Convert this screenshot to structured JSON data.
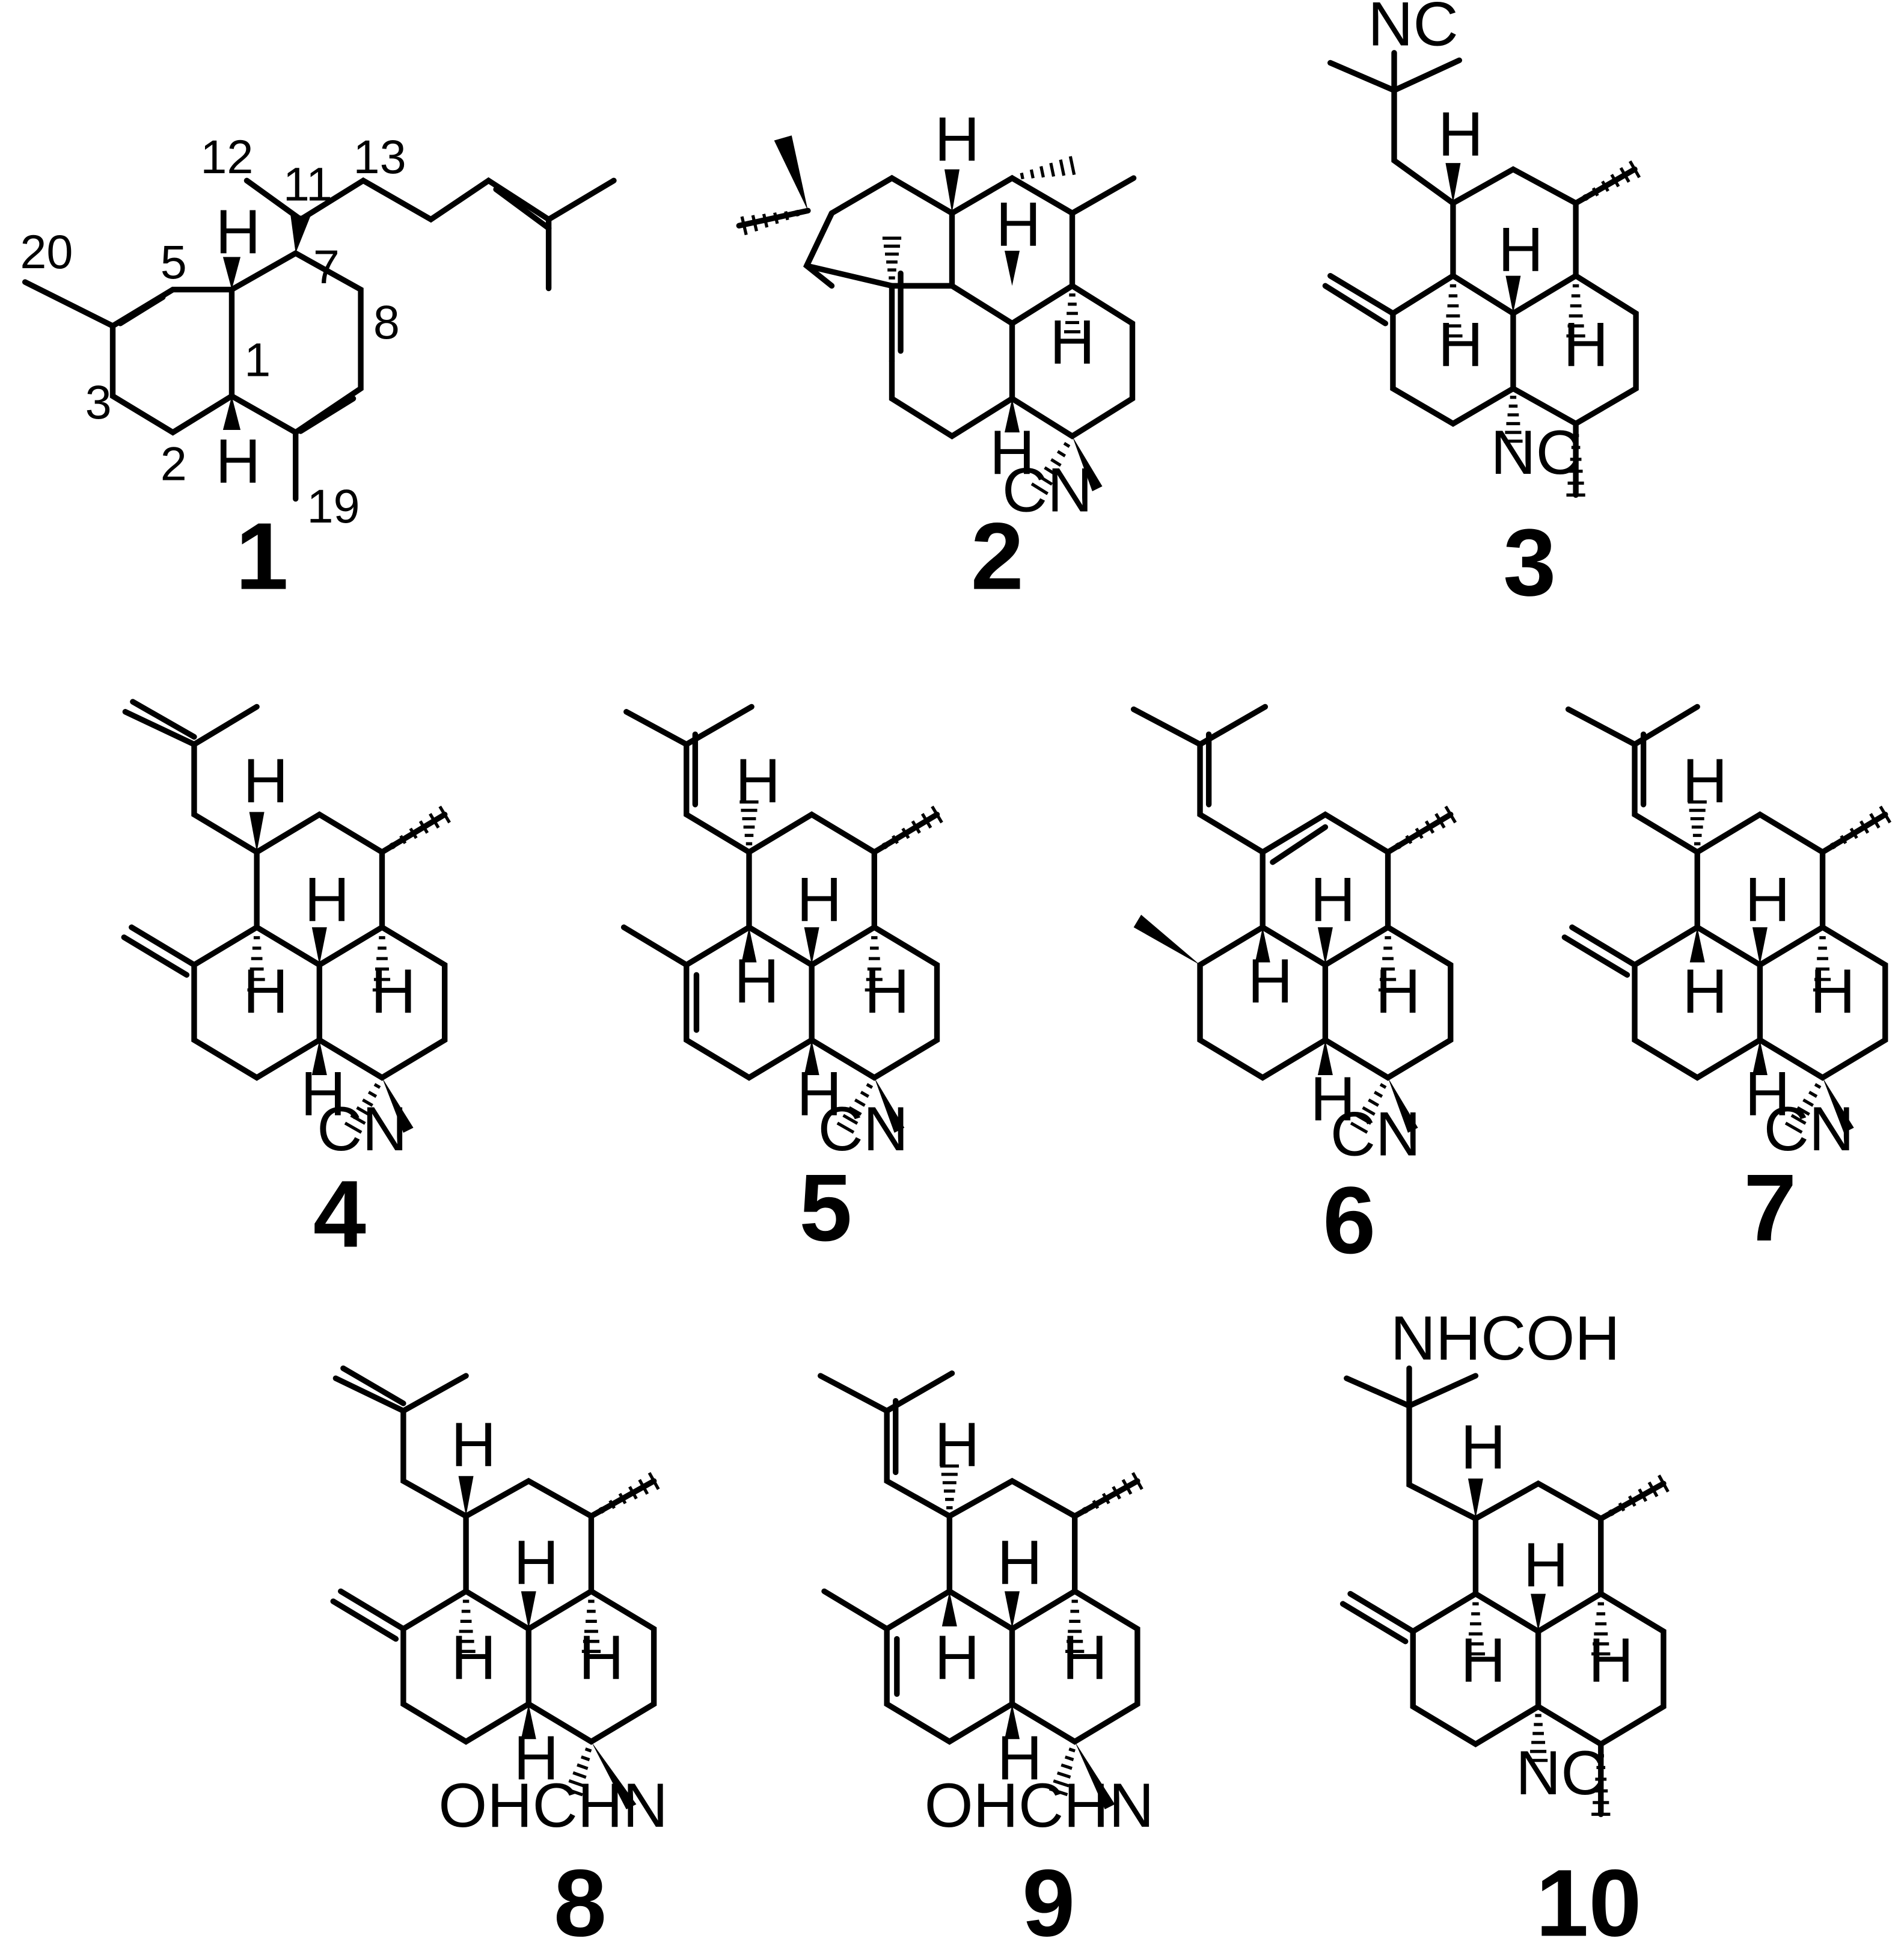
{
  "compound_labels": [
    "1",
    "2",
    "3",
    "4",
    "5",
    "6",
    "7",
    "8",
    "9",
    "10"
  ],
  "atom_numbers": {
    "c1": "1",
    "c2": "2",
    "c3": "3",
    "c5": "5",
    "c7": "7",
    "c8": "8",
    "c11": "11",
    "c12": "12",
    "c13": "13",
    "c19": "19",
    "c20": "20"
  },
  "atoms": {
    "H": "H",
    "NC": "NC",
    "CN": "CN",
    "OHCHN": "OHCHN",
    "NHCOH": "NHCOH"
  }
}
